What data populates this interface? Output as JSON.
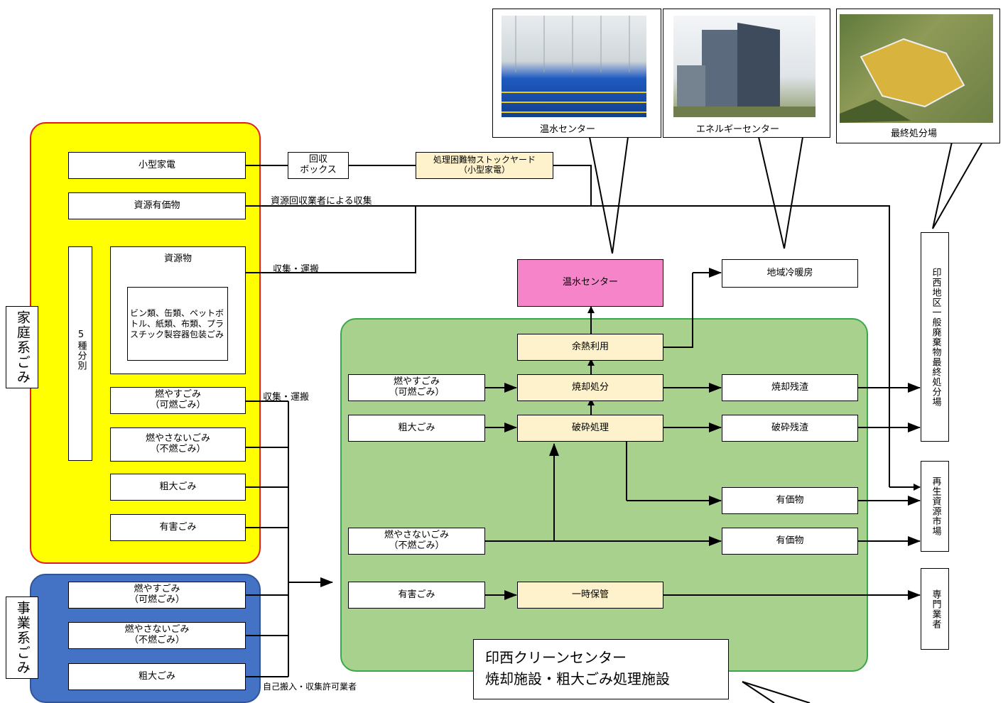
{
  "household": {
    "side_label": "家庭系ごみ",
    "small_appliances": "小型家電",
    "valuables": "資源有価物",
    "sort5": "5種分別",
    "resources": "資源物",
    "resources_detail": "ビン類、缶類、ペットボトル、紙類、布類、プラスチック製容器包装ごみ",
    "burnable": "燃やすごみ\n（可燃ごみ）",
    "nonburnable": "燃やさないごみ\n（不燃ごみ）",
    "bulky": "粗大ごみ",
    "hazardous": "有害ごみ"
  },
  "business": {
    "side_label": "事業系ごみ",
    "burnable": "燃やすごみ\n（可燃ごみ）",
    "nonburnable": "燃やさないごみ\n（不燃ごみ）",
    "bulky": "粗大ごみ"
  },
  "routes": {
    "collection_box": "回収\nボックス",
    "stockyard": "処理困難物ストックヤード\n（小型家電）",
    "resource_collector": "資源回収業者による収集",
    "collect_transport_1": "収集・運搬",
    "collect_transport_2": "収集・運搬",
    "self_delivery": "自己搬入・収集許可業者"
  },
  "photos": {
    "hot_water": "温水センター",
    "energy": "エネルギーセンター",
    "landfill": "最終処分場"
  },
  "outputs": {
    "hot_water_center": "温水センター",
    "district_heating": "地域冷暖房",
    "landfill": "印西地区一般廃棄物最終処分場",
    "recycle_market": "再生資源市場",
    "contractor": "専門業者"
  },
  "plant": {
    "in_burnable": "燃やすごみ\n（可燃ごみ）",
    "in_bulky": "粗大ごみ",
    "in_nonburnable": "燃やさないごみ\n（不燃ごみ）",
    "in_hazardous": "有害ごみ",
    "heat_use": "余熱利用",
    "incineration": "焼却処分",
    "crushing": "破砕処理",
    "temp_storage": "一時保管",
    "incin_residue": "焼却残渣",
    "crush_residue": "破砕残渣",
    "valuables_1": "有価物",
    "valuables_2": "有価物",
    "title_line1": "印西クリーンセンター",
    "title_line2": "焼却施設・粗大ごみ処理施設"
  },
  "colors": {
    "household_bg": "#ffff00",
    "household_border": "#e02020",
    "business_bg": "#4472c4",
    "plant_bg": "#a9d18e",
    "plant_border": "#3aa84a",
    "hot_water_box": "#f584c8",
    "cream": "#fdf2cc"
  }
}
